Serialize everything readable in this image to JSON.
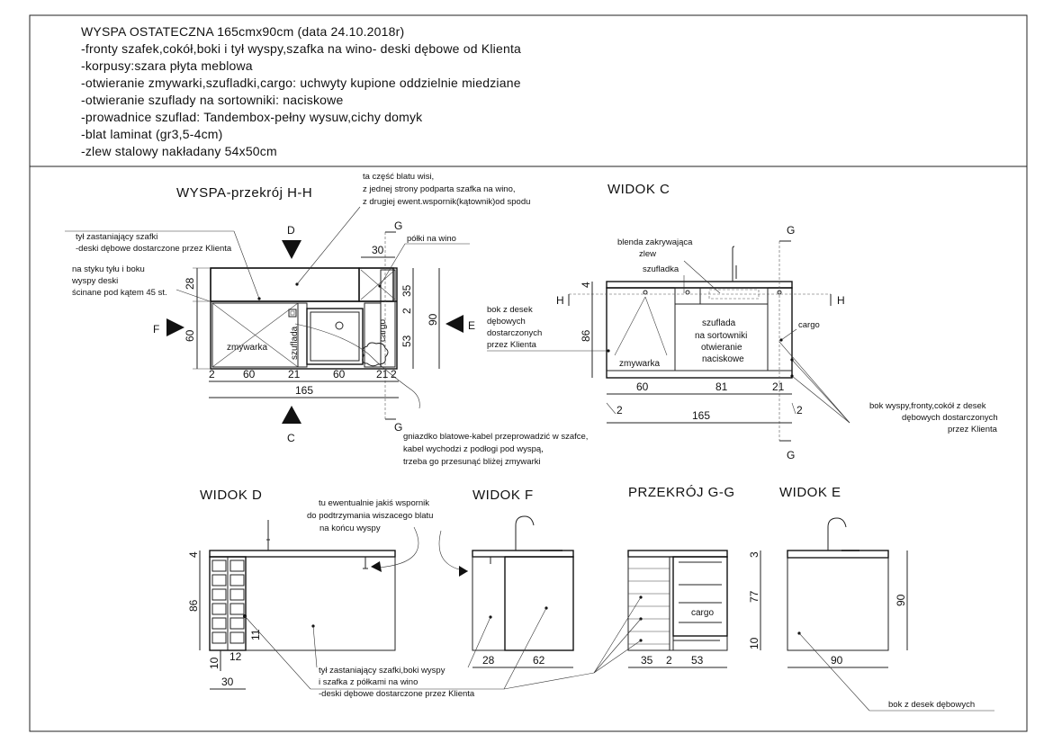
{
  "spec": {
    "title": "WYSPA OSTATECZNA 165cmx90cm (data 24.10.2018r)",
    "lines": [
      "-fronty szafek,cokół,boki i tył wyspy,szafka na wino- deski dębowe od Klienta",
      "-korpusy:szara płyta meblowa",
      "-otwieranie zmywarki,szufladki,cargo: uchwyty kupione oddzielnie miedziane",
      "-otwieranie szuflady na sortowniki: naciskowe",
      "-prowadnice szuflad: Tandembox-pełny wysuw,cichy domyk",
      "-blat laminat (gr3,5-4cm)",
      "-zlew stalowy nakładany 54x50cm"
    ]
  },
  "hh": {
    "title": "WYSPA-przekrój H-H",
    "note_top": [
      "ta część blatu wisi,",
      "z jednej strony podparta szafka na wino,",
      "z drugiej ewent.wspornik(kątownik)od spodu"
    ],
    "note_back": [
      "tył zastaniający szafki",
      "-deski dębowe dostarczone przez Klienta"
    ],
    "note_joint": [
      "na styku tyłu i boku",
      "wyspy deski",
      "ścinane pod kątem 45 st."
    ],
    "shelves": "półki na wino",
    "dishwasher": "zmywarka",
    "drawer": "szuflada",
    "cargo": "cargo",
    "arrow_d": "D",
    "arrow_c": "C",
    "arrow_f": "F",
    "arrow_e": "E",
    "section_g_top": "G",
    "section_g_bottom": "G",
    "dims_left": [
      "28",
      "60"
    ],
    "dim_top": "30",
    "dims_right": [
      "35",
      "2",
      "53"
    ],
    "dim_total_right": "90",
    "dims_bottom": [
      "2",
      "60",
      "21",
      "60",
      "21",
      "2"
    ],
    "dim_total": "165",
    "socket_note": [
      "gniazdko blatowe-kabel przeprowadzić w szafce,",
      "kabel wychodzi z podłogi pod wyspą,",
      "trzeba go przesunąć bliżej zmywarki"
    ]
  },
  "c": {
    "title": "WIDOK C",
    "blend": [
      "blenda zakrywająca",
      "zlew"
    ],
    "drawer_small": "szufladka",
    "side_note": [
      "bok z desek",
      "dębowych",
      "dostarczonych",
      "przez Klienta"
    ],
    "dishwasher": "zmywarka",
    "drawer_big": [
      "szuflada",
      "na sortowniki",
      "otwieranie",
      "naciskowe"
    ],
    "cargo": "cargo",
    "section_h_left": "H",
    "section_h_right": "H",
    "section_g_top": "G",
    "section_g_bottom": "G",
    "dims_left": [
      "4",
      "86"
    ],
    "dims_bottom": [
      "60",
      "81",
      "21"
    ],
    "dims_small": [
      "2",
      "2"
    ],
    "dim_total": "165",
    "right_note": [
      "bok wyspy,fronty,cokół z desek",
      "dębowych dostarczonych",
      "przez Klienta"
    ]
  },
  "d": {
    "title": "WIDOK D",
    "support_note": [
      "tu ewentualnie jakiś wspornik",
      "do podtrzymania wiszacego blatu",
      "na końcu wyspy"
    ],
    "dims_left": [
      "4",
      "86"
    ],
    "dim_11": "11",
    "dim_10": "10",
    "dim_12": "12",
    "dim_30": "30",
    "bottom_note": [
      "tył zastaniający szafki,boki wyspy",
      "i szafka z półkami na wino",
      "-deski dębowe dostarczone przez Klienta"
    ]
  },
  "f": {
    "title": "WIDOK F",
    "dims": [
      "28",
      "62"
    ]
  },
  "gg": {
    "title": "PRZEKRÓJ G-G",
    "cargo": "cargo",
    "dims": [
      "35",
      "2",
      "53"
    ],
    "dims_left": [
      "3",
      "77",
      "10"
    ]
  },
  "e": {
    "title": "WIDOK E",
    "dim_h": "90",
    "dim_w": "90",
    "note": "bok z desek dębowych"
  }
}
